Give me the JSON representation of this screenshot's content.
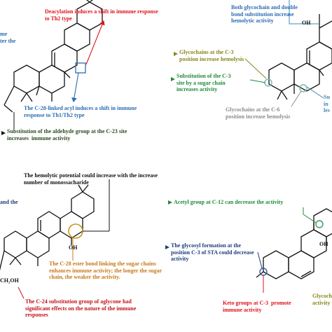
{
  "colors": {
    "red": "#e0121b",
    "darkred": "#c1121c",
    "blue": "#2b6cb4",
    "teal": "#3d88b8",
    "olive": "#86871a",
    "green": "#1f8a3a",
    "navy": "#1d3d7a",
    "gray": "#8b8b8b",
    "orange": "#c8781a",
    "darkgreen": "#2a4a1e",
    "black": "#111111"
  },
  "panel_tl": {
    "label_left": "me\nter the",
    "label_top": "Deacylation induces a shift in immune response\nto Th2 type",
    "label_c28": "The C-28-linked acyl induces a shift in immune\nresponse to Th1/Th2 type",
    "label_c23": "Substitution of the aldehyde group at the C-23 site\nincreases  immune activity"
  },
  "panel_tr": {
    "label_top": "Both glycochain and double\nbond substitution increase\nhemolytic activity",
    "label_c3": "Glycochains at the C-3\nposition increase hemolysis",
    "label_sugar": "Substitution of the C-3\nsite by a sugar chain\nincreases activity",
    "label_c6": "Glycochains at the C-6\nposition increase hemolysis",
    "label_right": "Su\nin\nles",
    "oh": "OH"
  },
  "panel_bl": {
    "label_top": "The hemolytic potential could increase with the increase\nnumber of monossacharide",
    "label_left": "and the",
    "label_c28": "The C-28 ester bond linking the sugar chains\nenhances immune activity; the longer the sugar\nchain, the weaker the activity.",
    "label_c24": "The C-24 substitution group of aglycone had\nsignificant effects on the nature of the immune\nresponses",
    "oh": "OH",
    "ch2oh": "CH₂OH"
  },
  "panel_br": {
    "label_acetyl": "Acetyl group at C-12 can decrease the activity",
    "label_glycosyl": "The glycosyl formation at the\nposition C-3 of STA could decrease\nactivity",
    "label_keto": "Keto groups at C-3  promote\nimmune activity",
    "label_right": "Glycoch\nactivity",
    "oh": "OH"
  }
}
